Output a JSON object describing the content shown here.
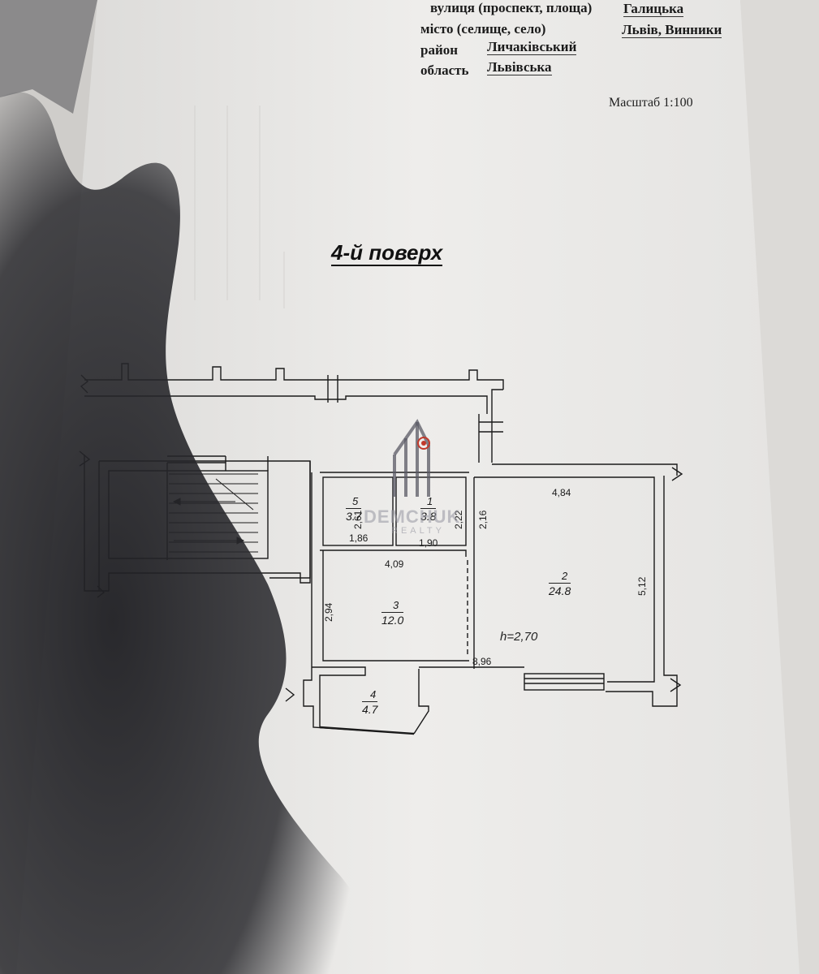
{
  "header": {
    "street_label": "вулиця (проспект, площа)",
    "street_value": "Галицька",
    "city_label": "місто (селище, село)",
    "city_value": "Львів, Винники",
    "district_label": "район",
    "district_value": "Личаківський",
    "region_label": "область",
    "region_value": "Львівська"
  },
  "scale": "Масштаб 1:100",
  "floor_title": "4-й поверх",
  "rooms": [
    {
      "no": "1",
      "area": "3.8"
    },
    {
      "no": "2",
      "area": "24.8"
    },
    {
      "no": "3",
      "area": "12.0"
    },
    {
      "no": "4",
      "area": "4.7"
    },
    {
      "no": "5",
      "area": "3.7"
    }
  ],
  "dimensions": {
    "d_4_84": "4,84",
    "d_5_12": "5,12",
    "d_2_16": "2,16",
    "d_2_61": "2,61",
    "d_2_22": "2,22",
    "d_1_86": "1,86",
    "d_1_90": "1,90",
    "d_4_09": "4,09",
    "d_2_94": "2,94",
    "d_8_96": "8,96"
  },
  "ceiling_height": "h=2,70",
  "watermark": {
    "brand": "DEMCHUK",
    "sub": "REALTY"
  },
  "colors": {
    "paper": "#f3f1ee",
    "ink": "#1a1a1a",
    "shadow": "#2b2b2f"
  }
}
